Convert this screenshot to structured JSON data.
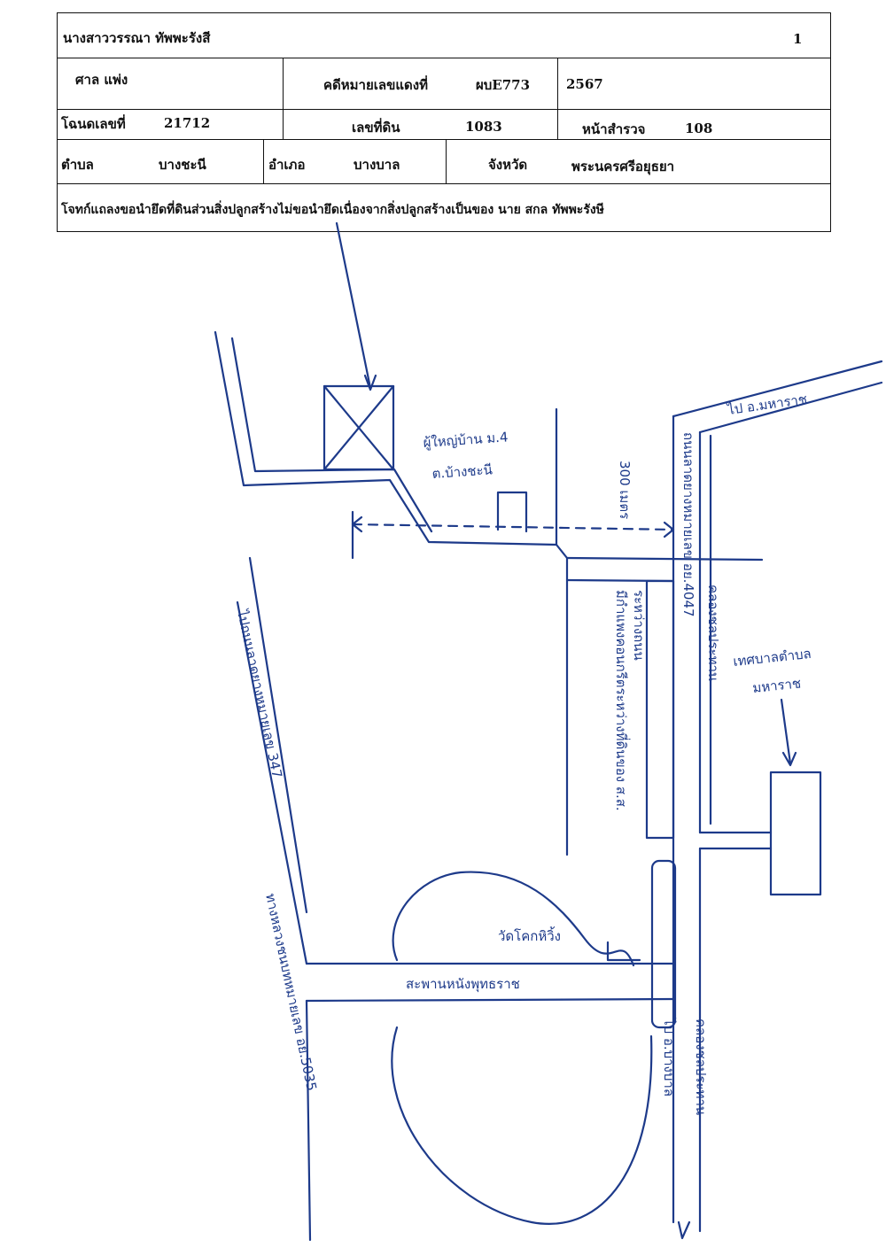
{
  "header": {
    "party_name": "นางสาววรรณา ทัพพะรังสี",
    "page_no": "1",
    "court_label": "ศาล แพ่ง",
    "red_case_label": "คดีหมายเลขแดงที่",
    "red_case_no": "ผบE773",
    "case_year": "2567",
    "deed_label": "โฉนดเลขที่",
    "deed_no": "21712",
    "land_no_label": "เลขที่ดิน",
    "land_no": "1083",
    "survey_page_label": "หน้าสำรวจ",
    "survey_page_no": "108",
    "subdistrict_label": "ตำบล",
    "subdistrict": "บางชะนี",
    "district_label": "อำเภอ",
    "district": "บางบาล",
    "province_label": "จังหวัด",
    "province": "พระนครศรีอยุธยา",
    "note": "โจทก์แถลงขอนำยึดที่ดินส่วนสิ่งปลูกสร้างไม่ขอนำยึดเนื่องจากสิ่งปลูกสร้างเป็นของ นาย สกล ทัพพะรังษี"
  },
  "sketch": {
    "village_office": "ผู้ใหญ่บ้าน ม.4",
    "village_office_2": "ต.บ้างชะนี",
    "distance": "300 เมตร",
    "to_maha_rat": "ไป อ.มหาราช",
    "municipal_office": "เทศบาลตำบล",
    "municipal_office_2": "มหาราช",
    "road_east": "ถนนลาดยางหมายเลข อย.4047",
    "canal_east": "คลองชลประทาน",
    "road_west": "ไปถนนลาดยางหมายเลข 347",
    "road_west_2": "ทางหลวงชนบทหมายเลข อย.5035",
    "canal_inner": "มีกำแพงคอนกรีตระหว่างที่ดินของ ส.ส.",
    "canal_inner_2": "ระหว่างถนน",
    "temple": "วัดโคกหิวิ้ง",
    "bottom_road": "สะพานหนังพุทธราช",
    "to_bang_ban": "ไป อ.บางบาล",
    "canal_east_2": "คลองชลประทาน"
  },
  "colors": {
    "ink": "#1d3a8a",
    "border": "#111111"
  }
}
